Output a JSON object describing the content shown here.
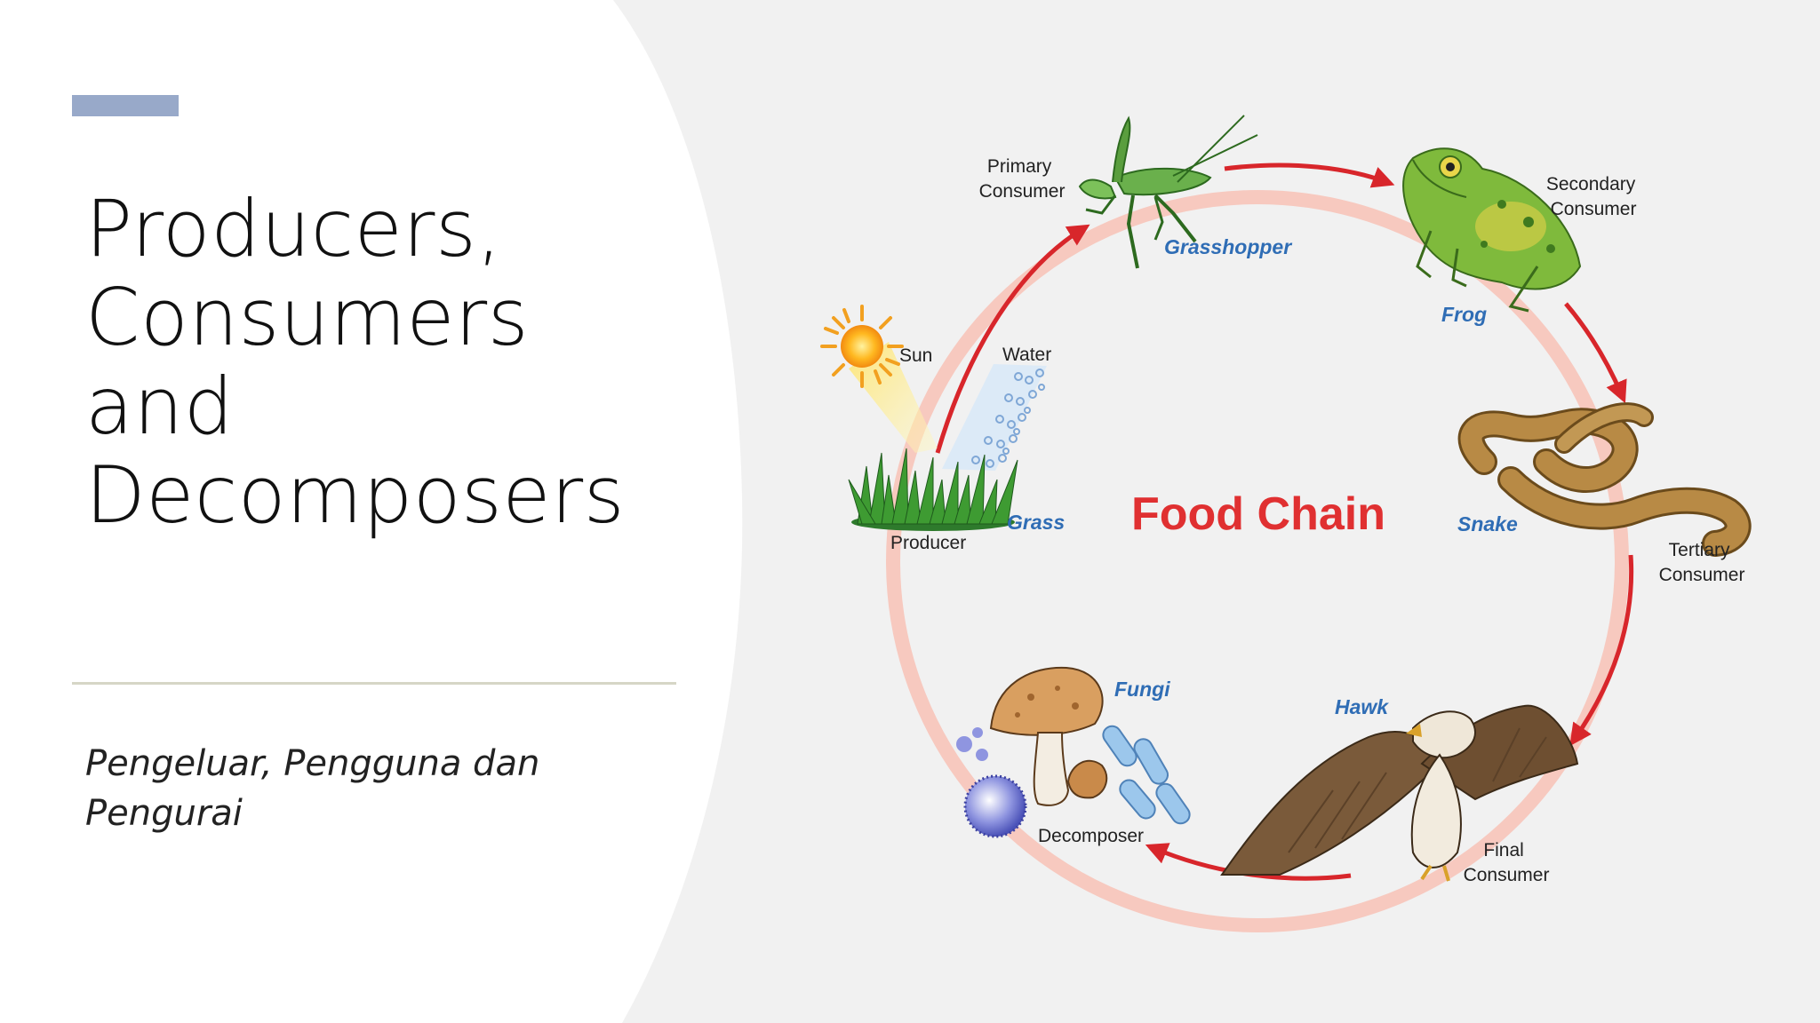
{
  "slide": {
    "title_lines": [
      "Producers,",
      "Consumers",
      "and",
      "Decomposers"
    ],
    "subtitle_lines": [
      "Pengeluar, Pengguna dan",
      "Pengurai"
    ]
  },
  "colors": {
    "accent_bar": "#98a9c9",
    "divider": "#d6d6c6",
    "panel": "#ffffff",
    "background": "#f1f1f1",
    "ring": "#f7c9bf",
    "arrow": "#d8262b",
    "diagram_title": "#e03031",
    "species_label": "#2f6db5",
    "role_label": "#222222"
  },
  "diagram": {
    "title": "Food Chain",
    "nodes": [
      {
        "id": "sun",
        "species": "",
        "role": "Sun",
        "icon": "sun-icon"
      },
      {
        "id": "water",
        "species": "",
        "role": "Water",
        "icon": "water-drops-icon"
      },
      {
        "id": "grass",
        "species": "Grass",
        "role": "Producer",
        "icon": "grass-icon"
      },
      {
        "id": "grasshopper",
        "species": "Grasshopper",
        "role_lines": [
          "Primary",
          "Consumer"
        ],
        "icon": "grasshopper-icon"
      },
      {
        "id": "frog",
        "species": "Frog",
        "role_lines": [
          "Secondary",
          "Consumer"
        ],
        "icon": "frog-icon"
      },
      {
        "id": "snake",
        "species": "Snake",
        "role_lines": [
          "Tertiary",
          "Consumer"
        ],
        "icon": "snake-icon"
      },
      {
        "id": "hawk",
        "species": "Hawk",
        "role_lines": [
          "Final",
          "Consumer"
        ],
        "icon": "hawk-icon"
      },
      {
        "id": "fungi",
        "species": "Fungi",
        "role": "Decomposer",
        "icon": "mushroom-icon"
      }
    ],
    "flow": [
      "grass",
      "grasshopper",
      "frog",
      "snake",
      "hawk",
      "fungi"
    ]
  }
}
